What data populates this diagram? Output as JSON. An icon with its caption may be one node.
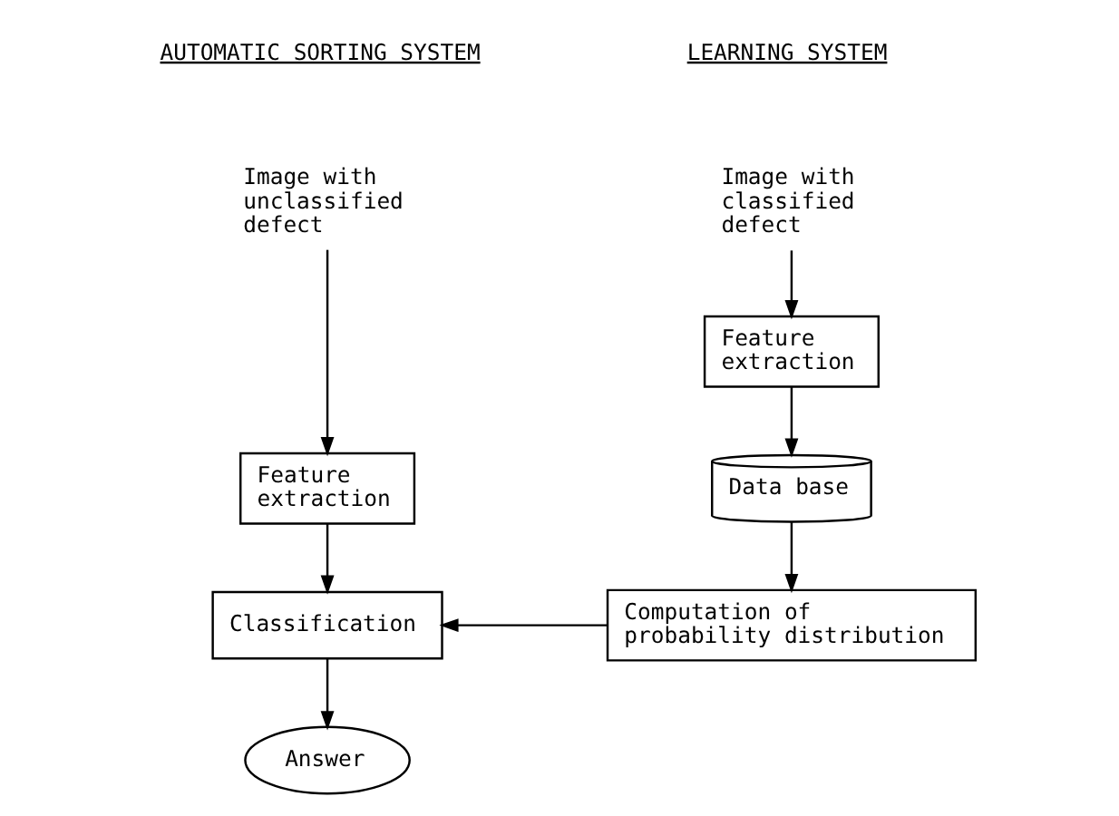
{
  "diagram": {
    "nodes": [
      {
        "text": [
          "Image with classified defect"
        ]
      },
      {
        "text": [
          "Feature extraction"
        ]
      },
      {
        "text": [
          "Data base"
        ]
      },
      {
        "text": [
          "Computation of probability distribution"
        ]
      },
      {
        "text": [
          "Image with unclassified defect"
        ]
      },
      {
        "text": [
          "Feature extraction"
        ]
      },
      {
        "text": [
          "Classification"
        ]
      },
      {
        "text": [
          "Answer"
        ]
      }
    ],
    "edges": [
      {
        "from": 0,
        "to": 1,
        "arrow": "to"
      },
      {
        "from": 1,
        "to": 2,
        "arrow": "to"
      },
      {
        "from": 2,
        "to": 3,
        "arrow": "to"
      },
      {
        "from": 3,
        "to": 6,
        "arrow": "to"
      },
      {
        "from": 4,
        "to": 5,
        "arrow": "to"
      },
      {
        "from": 5,
        "to": 6,
        "arrow": "to"
      },
      {
        "from": 6,
        "to": 7,
        "arrow": "to"
      }
    ],
    "labels": [
      "LEARNING SYSTEM",
      "AUTOMATIC SORTING SYSTEM"
    ]
  }
}
